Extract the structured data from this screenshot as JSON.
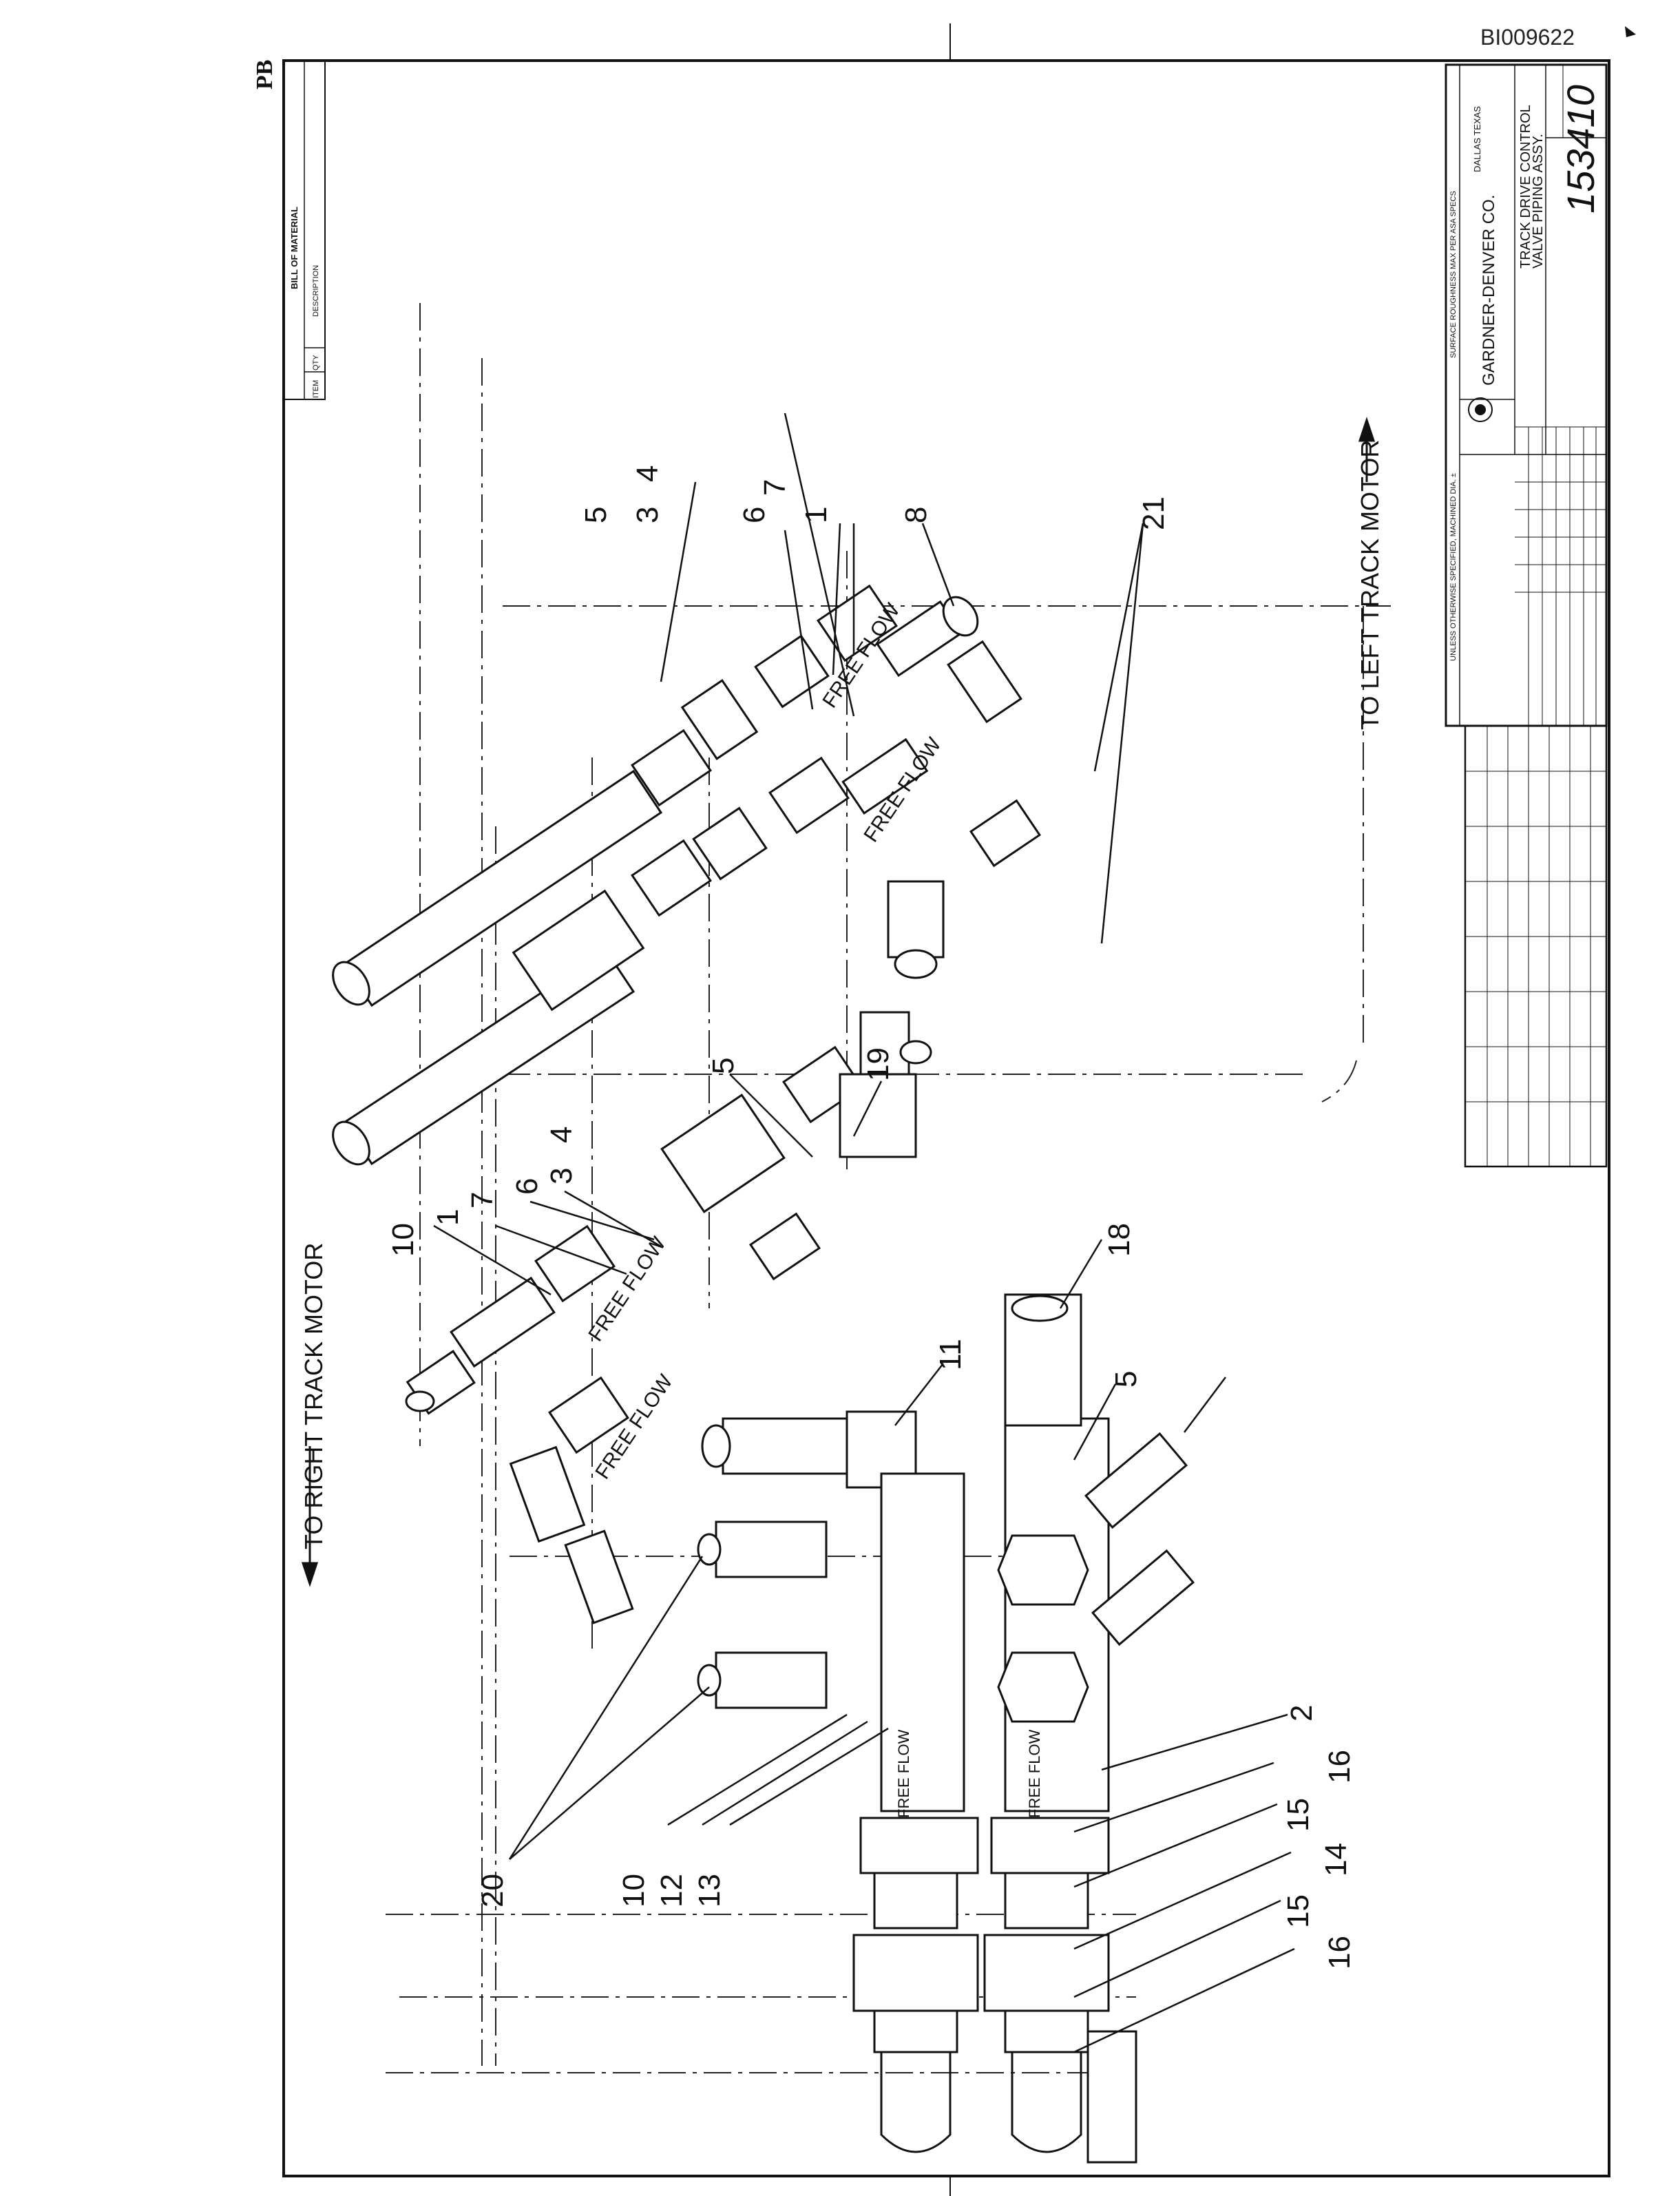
{
  "sheet": {
    "id": "BI009622",
    "corner_mark": "PB"
  },
  "bill_of_material": {
    "title": "BILL OF MATERIAL",
    "col_item": "ITEM",
    "col_qty": "QTY",
    "col_description": "DESCRIPTION"
  },
  "title_block": {
    "company": "GARDNER-DENVER CO.",
    "location": "DALLAS TEXAS",
    "title_line1": "TRACK DRIVE CONTROL",
    "title_line2": "VALVE PIPING ASSY.",
    "drawing_number": "153410",
    "notes_line": "UNLESS OTHERWISE SPECIFIED, MACHINED DIA. ±",
    "finish_line": "SURFACE ROUGHNESS MAX PER ASA SPECS"
  },
  "directions": {
    "right": "TO RIGHT TRACK MOTOR",
    "left": "TO LEFT TRACK MOTOR"
  },
  "flow_labels": {
    "free_flow": "FREE FLOW"
  },
  "callouts": [
    "5",
    "3",
    "4",
    "6",
    "7",
    "1",
    "8",
    "21",
    "19",
    "5",
    "3",
    "4",
    "6",
    "7",
    "1",
    "10",
    "18",
    "11",
    "5",
    "2",
    "16",
    "15",
    "14",
    "15",
    "16",
    "20",
    "10",
    "12",
    "13"
  ]
}
